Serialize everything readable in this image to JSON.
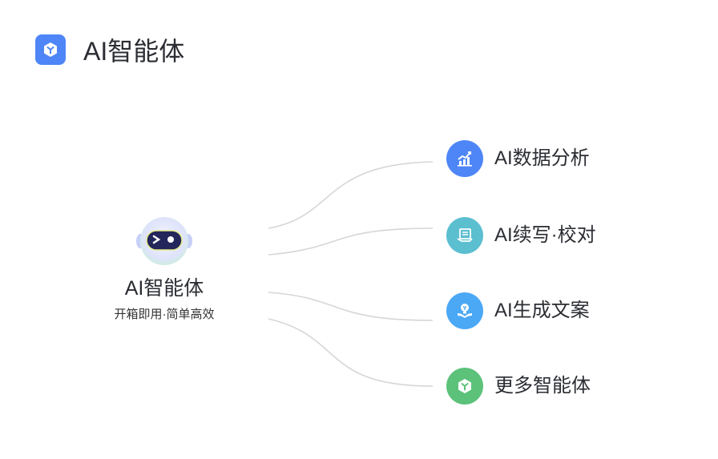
{
  "header": {
    "title": "AI智能体",
    "icon": "cube-icon",
    "color": "#4f86f7"
  },
  "center": {
    "title": "AI智能体",
    "subtitle": "开箱即用·简单高效",
    "icon": "robot-icon"
  },
  "nodes": [
    {
      "label": "AI数据分析",
      "icon": "chart-growth-icon",
      "color": "#4f86f7"
    },
    {
      "label": "AI续写·校对",
      "icon": "document-hand-icon",
      "color": "#5bbfd0"
    },
    {
      "label": "AI生成文案",
      "icon": "lightbulb-book-icon",
      "color": "#4aa8f5"
    },
    {
      "label": "更多智能体",
      "icon": "cube-icon",
      "color": "#5cc27a"
    }
  ],
  "link_color": "#d6d6d6"
}
